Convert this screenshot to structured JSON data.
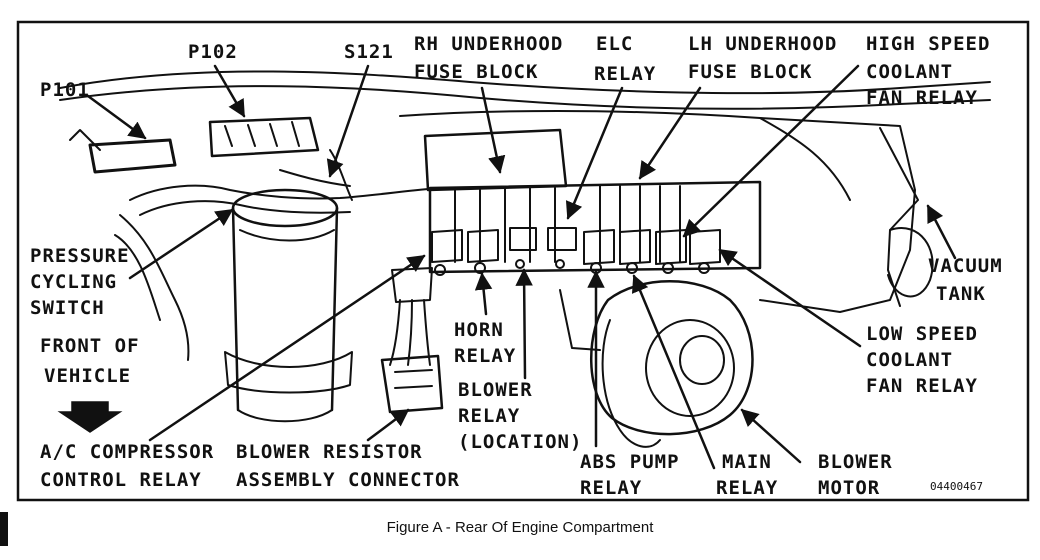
{
  "labels": {
    "p101": "P101",
    "p102": "P102",
    "s121": "S121",
    "rh_fuse_1": "RH UNDERHOOD",
    "rh_fuse_2": "FUSE BLOCK",
    "elc_1": "ELC",
    "elc_2": "RELAY",
    "lh_fuse_1": "LH UNDERHOOD",
    "lh_fuse_2": "FUSE BLOCK",
    "hs_fan_1": "HIGH SPEED",
    "hs_fan_2": "COOLANT",
    "hs_fan_3": "FAN RELAY",
    "pressure_1": "PRESSURE",
    "pressure_2": "CYCLING",
    "pressure_3": "SWITCH",
    "front_1": "FRONT OF",
    "front_2": "VEHICLE",
    "vacuum_1": "VACUUM",
    "vacuum_2": "TANK",
    "horn_1": "HORN",
    "horn_2": "RELAY",
    "blower_relay_1": "BLOWER",
    "blower_relay_2": "RELAY",
    "blower_relay_3": "(LOCATION)",
    "ls_fan_1": "LOW SPEED",
    "ls_fan_2": "COOLANT",
    "ls_fan_3": "FAN RELAY",
    "ac_1": "A/C COMPRESSOR",
    "ac_2": "CONTROL RELAY",
    "resistor_1": "BLOWER RESISTOR",
    "resistor_2": "ASSEMBLY CONNECTOR",
    "abs_1": "ABS PUMP",
    "abs_2": "RELAY",
    "main_1": "MAIN",
    "main_2": "RELAY",
    "motor_1": "BLOWER",
    "motor_2": "MOTOR"
  },
  "figure_code": "04400467",
  "caption": "Figure A - Rear Of Engine Compartment"
}
